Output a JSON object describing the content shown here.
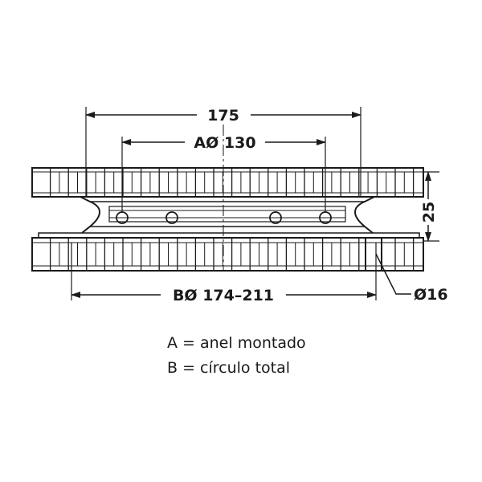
{
  "dimensions": {
    "overall_width": "175",
    "ring_mounted": "AØ 130",
    "total_circle": "BØ 174–211",
    "height": "25",
    "hole_diameter": "Ø16"
  },
  "legend": {
    "a": "A = anel montado",
    "b": "B = círculo total"
  },
  "colors": {
    "line": "#1a1a1a",
    "background": "#ffffff"
  }
}
